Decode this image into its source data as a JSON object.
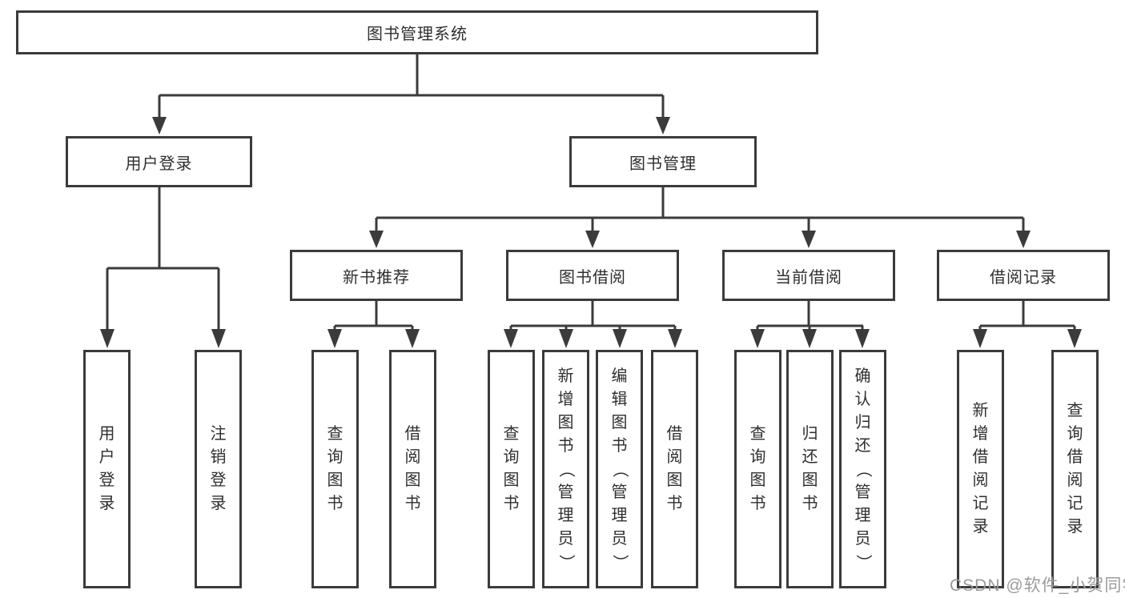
{
  "diagram": {
    "root": {
      "label": "图书管理系统"
    },
    "branches": [
      {
        "label": "用户登录",
        "leaves": [
          "用户登录",
          "注销登录"
        ]
      },
      {
        "label": "图书管理",
        "sections": [
          {
            "label": "新书推荐",
            "leaves": [
              "查询图书",
              "借阅图书"
            ]
          },
          {
            "label": "图书借阅",
            "leaves": [
              "查询图书",
              "新增图书（管理员）",
              "编辑图书（管理员）",
              "借阅图书"
            ]
          },
          {
            "label": "当前借阅",
            "leaves": [
              "查询图书",
              "归还图书",
              "确认归还（管理员）"
            ]
          },
          {
            "label": "借阅记录",
            "leaves": [
              "新增借阅记录",
              "查询借阅记录"
            ]
          }
        ]
      }
    ]
  },
  "watermark": {
    "text": "CSDN @软件_小贺同学"
  },
  "colors": {
    "line": "#3b3b3b",
    "text": "#2f2f2f",
    "background": "#ffffff",
    "watermark": "#9b9b9b"
  }
}
